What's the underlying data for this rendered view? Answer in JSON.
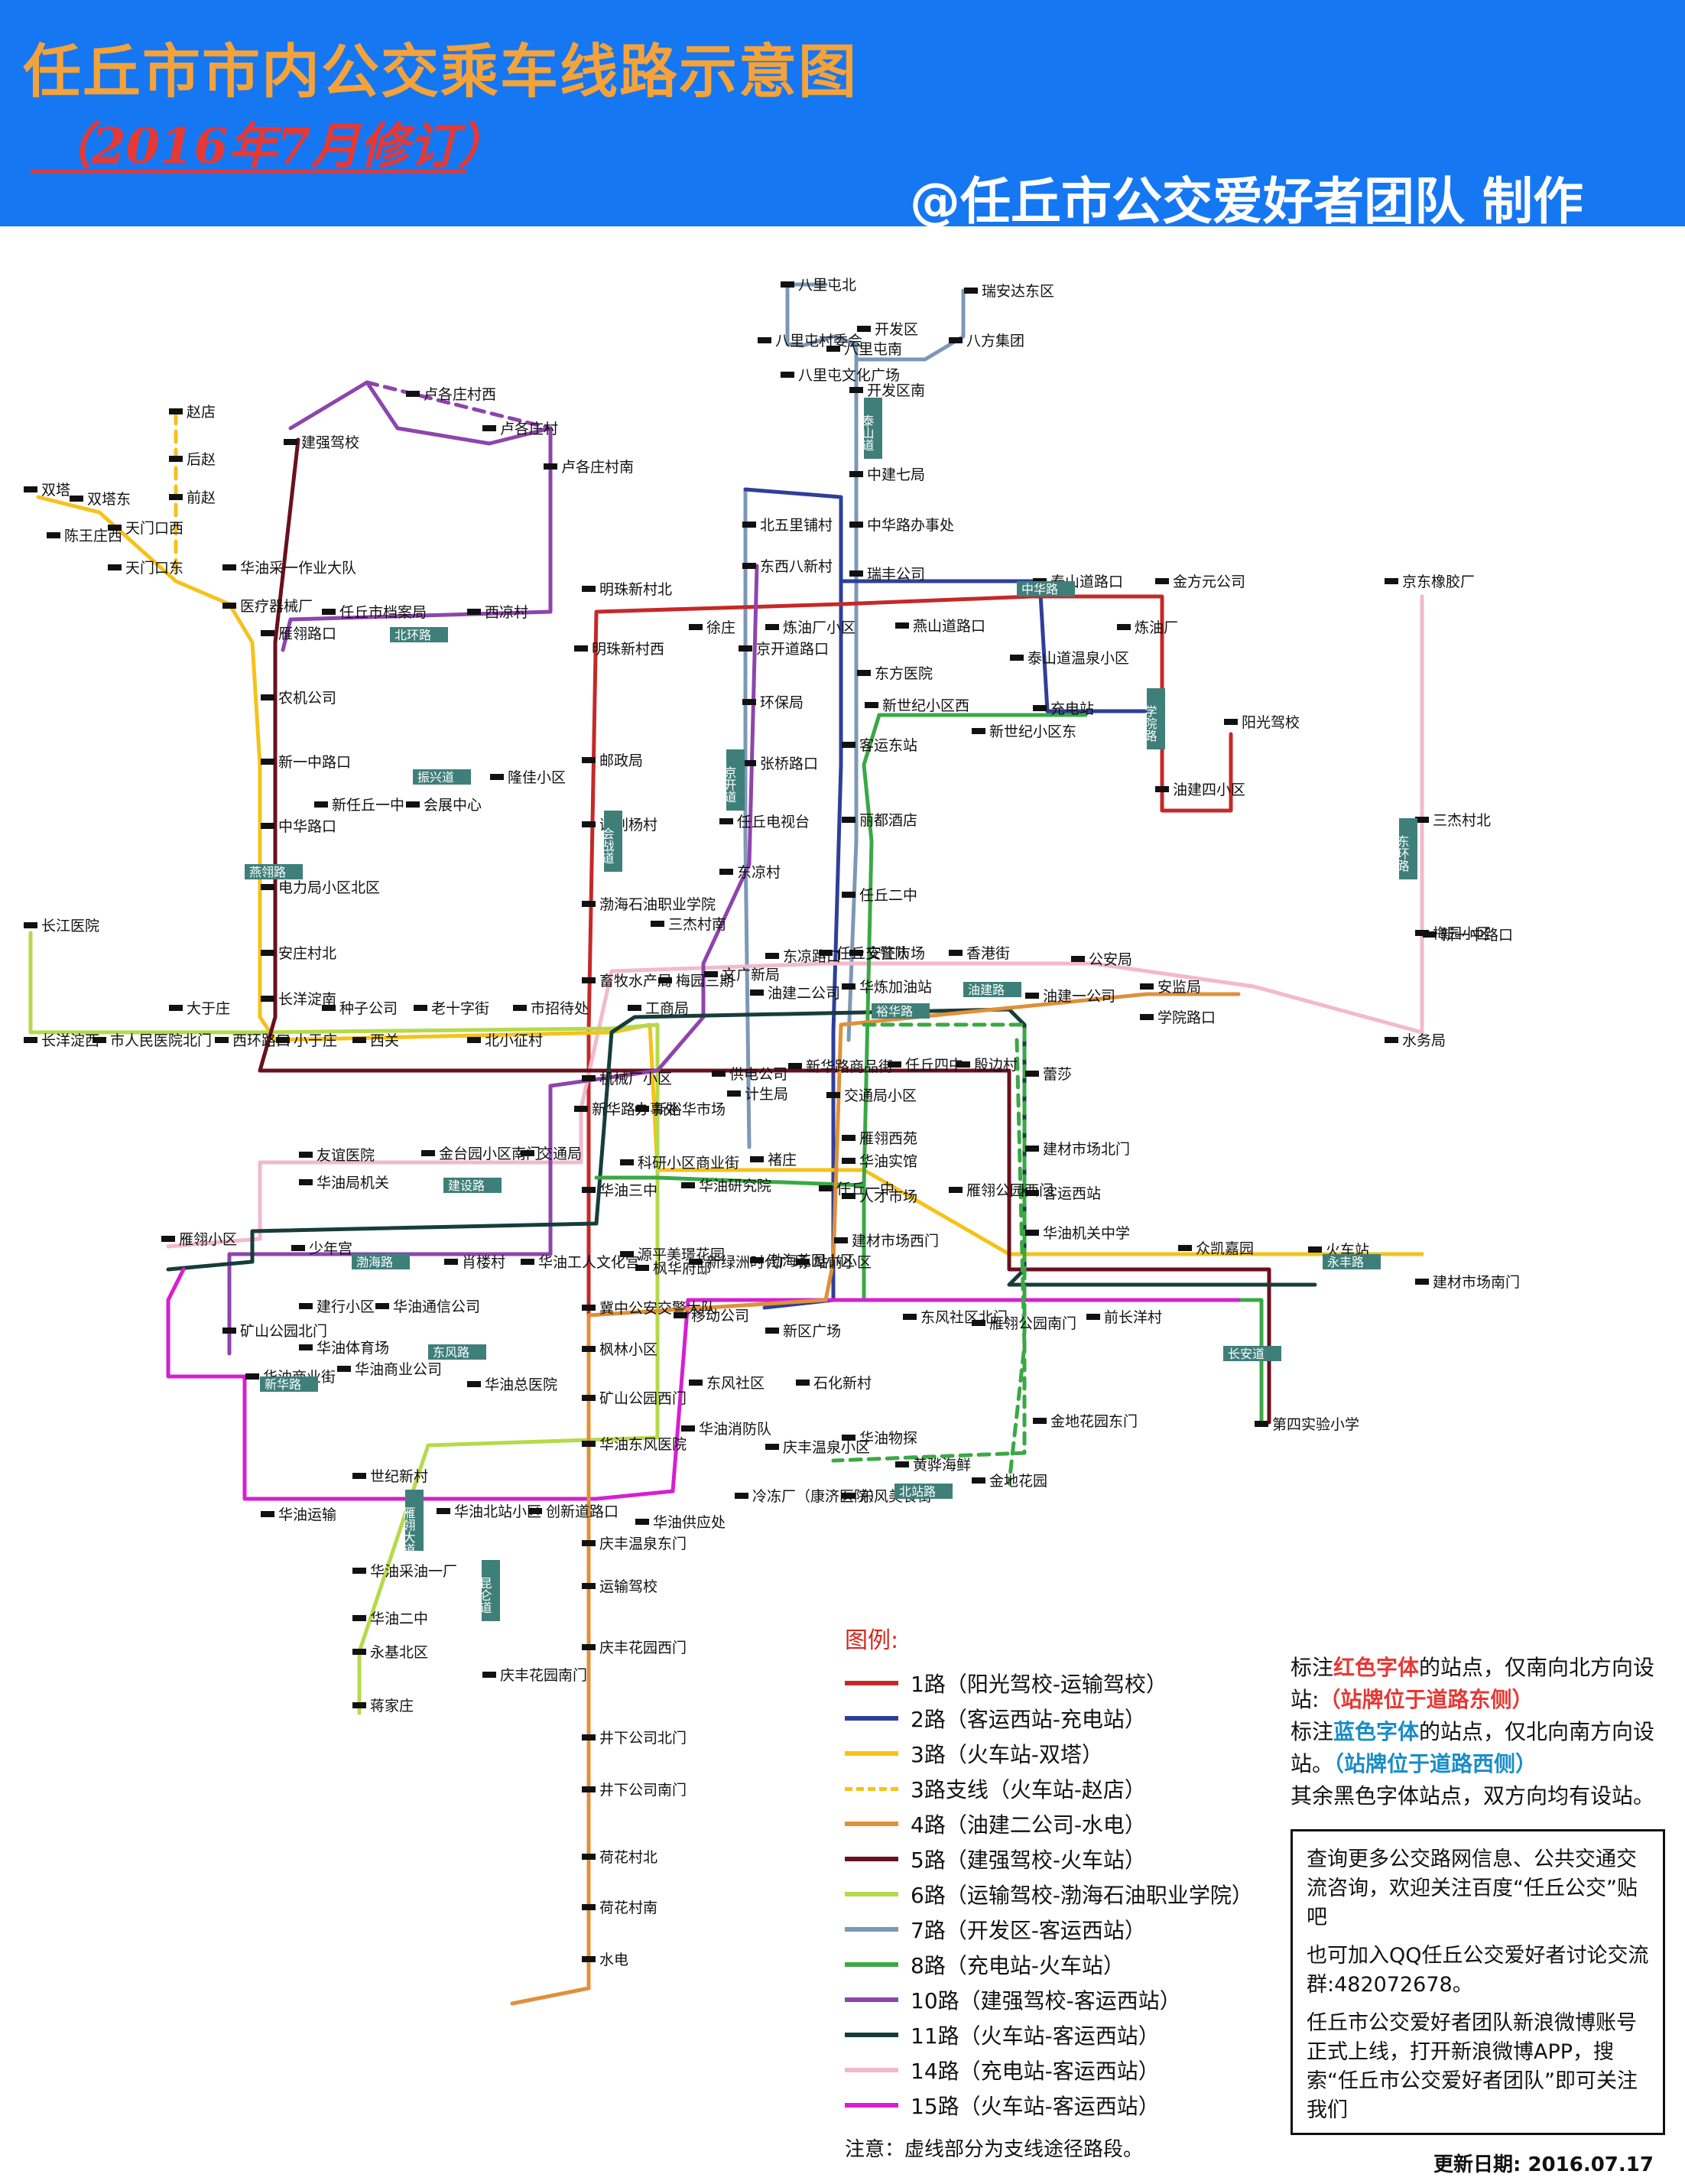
{
  "header": {
    "title": "任丘市市内公交乘车线路示意图",
    "subtitle": "（2016年7月修订）",
    "credit": "@任丘市公交爱好者团队 制作"
  },
  "colors": {
    "header_bg": "#1677f2",
    "title": "#f4a23a",
    "subtitle": "#e53935"
  },
  "legend": {
    "title": "图例:",
    "routes": [
      {
        "label": "1路（阳光驾校-运输驾校）",
        "color": "#c62828",
        "dashed": false
      },
      {
        "label": "2路（客运西站-充电站）",
        "color": "#2e3f9a",
        "dashed": false
      },
      {
        "label": "3路（火车站-双塔）",
        "color": "#f5c21b",
        "dashed": false
      },
      {
        "label": "3路支线（火车站-赵店）",
        "color": "#f5c21b",
        "dashed": true
      },
      {
        "label": "4路（油建二公司-水电）",
        "color": "#e0903a",
        "dashed": false
      },
      {
        "label": "5路（建强驾校-火车站）",
        "color": "#6a0f1e",
        "dashed": false
      },
      {
        "label": "6路（运输驾校-渤海石油职业学院）",
        "color": "#b6d94a",
        "dashed": false
      },
      {
        "label": "7路（开发区-客运西站）",
        "color": "#7c98b6",
        "dashed": false
      },
      {
        "label": "8路（充电站-火车站）",
        "color": "#3aa845",
        "dashed": false
      },
      {
        "label": "10路（建强驾校-客运西站）",
        "color": "#8e44ad",
        "dashed": false
      },
      {
        "label": "11路（火车站-客运西站）",
        "color": "#173d3a",
        "dashed": false
      },
      {
        "label": "14路（充电站-客运西站）",
        "color": "#f2b9cc",
        "dashed": false
      },
      {
        "label": "15路（火车站-客运西站）",
        "color": "#d61fd0",
        "dashed": false
      }
    ],
    "note": "注意：虚线部分为支线途径路段。"
  },
  "notes": {
    "red_prefix": "标注",
    "red_word": "红色字体",
    "red_suffix": "的站点，仅南向北方向设站:",
    "red_sub": "（站牌位于道路东侧）",
    "blue_prefix": "标注",
    "blue_word": "蓝色字体",
    "blue_suffix": "的站点，仅北向南方向设站。",
    "blue_sub": "（站牌位于道路西侧）",
    "black": "其余黑色字体站点，双方向均有设站。"
  },
  "info": {
    "p1": "查询更多公交路网信息、公共交通交流咨询，欢迎关注百度“任丘公交”贴吧",
    "p2": "也可加入QQ任丘公交爱好者讨论交流群:482072678。",
    "p3": "任丘市公交爱好者团队新浪微博账号正式上线，打开新浪微博APP，搜索“任丘市公交爱好者团队”即可关注我们"
  },
  "updated": "更新日期: 2016.07.17",
  "map": {
    "stations": [
      "八里屯北",
      "瑞安达东区",
      "开发区",
      "八里屯村委会",
      "八里屯南",
      "八方集团",
      "八里屯文化广场",
      "开发区南",
      "卢各庄村西",
      "卢各庄村",
      "卢各庄村南",
      "赵店",
      "建强驾校",
      "后赵",
      "双塔",
      "双塔东",
      "前赵",
      "陈王庄西",
      "天门口西",
      "华油采一作业大队",
      "天门口东",
      "中建七局",
      "北五里铺村",
      "中华路办事处",
      "东西八新村",
      "瑞丰公司",
      "明珠新村北",
      "泰山道路口",
      "金方元公司",
      "京东橡胶厂",
      "医疗器械厂",
      "任丘市档案局",
      "西凉村",
      "炼油厂小区",
      "燕山道路口",
      "炼油厂",
      "雁翎路口",
      "徐庄",
      "京开道路口",
      "泰山道温泉小区",
      "明珠新村西",
      "东方医院",
      "充电站",
      "农机公司",
      "环保局",
      "新世纪小区西",
      "新世纪小区东",
      "阳光驾校",
      "客运东站",
      "新一中路口",
      "邮政局",
      "张桥路口",
      "新任丘一中",
      "会展中心",
      "隆佳小区",
      "丽都酒店",
      "油建四小区",
      "三杰村北",
      "新一中路口",
      "中华路口",
      "谢刘杨村",
      "任丘电视台",
      "电力局小区北区",
      "东凉村",
      "任丘二中",
      "渤海石油职业学院",
      "长江医院",
      "三杰村南",
      "梅园小区",
      "东凉路口",
      "任丘交警队",
      "安庄村北",
      "安庄市场",
      "香港街",
      "公安局",
      "梅园三期",
      "文广新局",
      "畜牧水产局",
      "油建二公司",
      "安监局",
      "华炼加油站",
      "长洋淀南",
      "大于庄",
      "种子公司",
      "老十字街",
      "市招待处",
      "工商局",
      "油建一公司",
      "学院路口",
      "长洋淀西",
      "市人民医院北门",
      "西环路口",
      "小于庄",
      "西关",
      "北小征村",
      "水务局",
      "任丘四中",
      "殷边村",
      "蕾莎",
      "机械厂小区",
      "供电公司",
      "新华路商品街",
      "新裕华市场",
      "新华路办事处",
      "计生局",
      "交通局小区",
      "雁翎西苑",
      "建材市场北门",
      "友谊医院",
      "金台园小区南门",
      "交通局",
      "华油实馆",
      "科研小区商业街",
      "褚庄",
      "华油局机关",
      "华油三中",
      "华油研究院",
      "任丘一中",
      "人才市场",
      "雁翎公园西门",
      "客运西站",
      "雁翎小区",
      "华油机关中学",
      "肖楼村",
      "华油工人文化宫",
      "源平美璟花园",
      "建材市场西门",
      "少年宫",
      "枫华府邸",
      "新绿洲时代广场",
      "渤海花园小区",
      "站前小区",
      "众凯嘉园",
      "火车站",
      "建材市场南门",
      "建行小区",
      "华油通信公司",
      "冀中公安交警大队",
      "移动公司",
      "东风社区北门",
      "雁翎公园南门",
      "前长洋村",
      "矿山公园北门",
      "华油体育场",
      "新区广场",
      "华油商业公司",
      "枫林小区",
      "华油总医院",
      "矿山公园西门",
      "华油商业街",
      "东风社区",
      "石化新村",
      "第四实验小学",
      "金地花园东门",
      "华油消防队",
      "华油东风医院",
      "华油物探",
      "庆丰温泉小区",
      "世纪新村",
      "黄骅海鲜",
      "华油运输",
      "华油北站小区",
      "创新道路口",
      "冷冻厂（康济医院）",
      "东风美食街",
      "金地花园",
      "华油供应处",
      "庆丰温泉东门",
      "华油采油一厂",
      "运输驾校",
      "华油二中",
      "庆丰花园西门",
      "永基北区",
      "庆丰花园南门",
      "蒋家庄",
      "井下公司北门",
      "井下公司南门",
      "荷花村北",
      "荷花村南",
      "水电"
    ],
    "roads": [
      "泰山道",
      "北环路",
      "中华路",
      "会战道",
      "京开道",
      "学院路",
      "东环路",
      "渤海路",
      "建设路",
      "东风路",
      "长安道",
      "裕华路",
      "油建路",
      "北站路",
      "昆仑道",
      "雁翎大道",
      "燕翎路",
      "新华路",
      "振兴道",
      "永丰路"
    ]
  }
}
